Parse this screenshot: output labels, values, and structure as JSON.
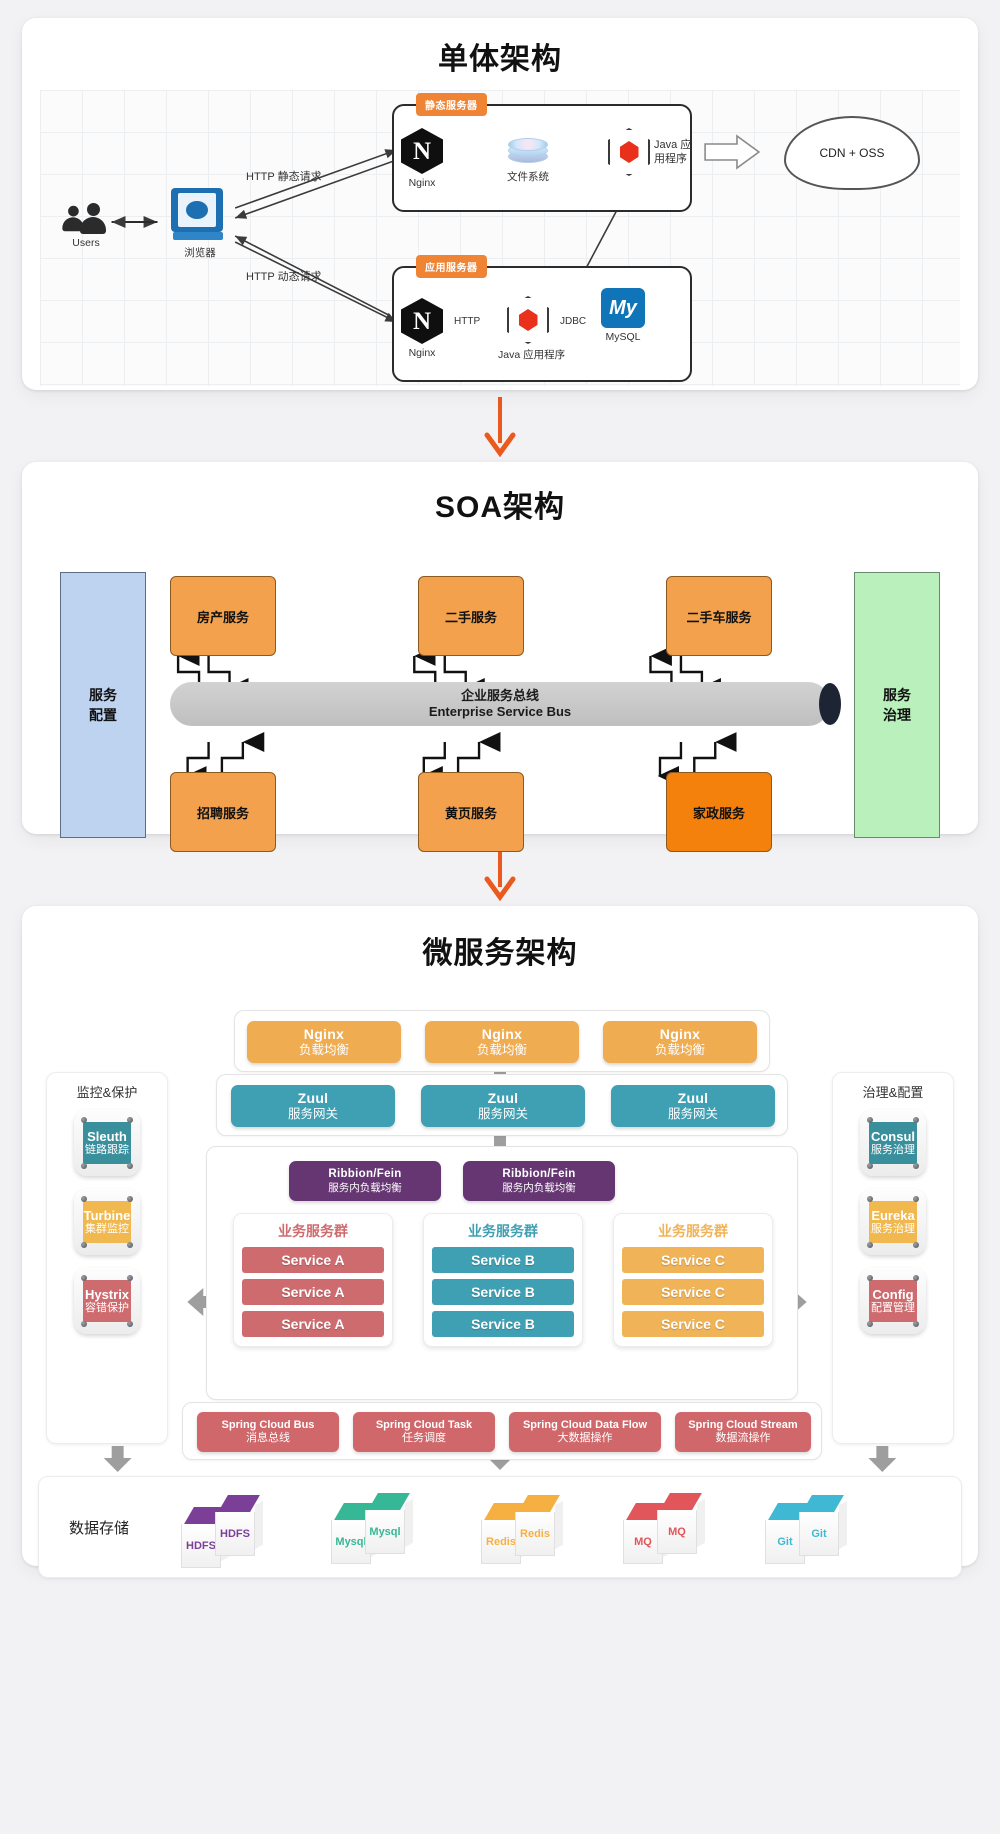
{
  "panels": {
    "monolith": {
      "title": "单体架构",
      "static_server_tag": "静态服务器",
      "app_server_tag": "应用服务器",
      "users_label": "Users",
      "browser_label": "浏览器",
      "static_request_label": "HTTP 静态请求",
      "dynamic_request_label": "HTTP 动态请求",
      "nginx_label": "Nginx",
      "filesystem_label": "文件系统",
      "java_app_label": "Java 应用程序",
      "java_app_label_wrapped_1": "Java 应",
      "java_app_label_wrapped_2": "用程序",
      "http_label": "HTTP",
      "jdbc_label": "JDBC",
      "mysql_label": "MySQL",
      "mysql_logo": "My",
      "cdn_label": "CDN + OSS",
      "nginx_logo_glyph": "N"
    },
    "soa": {
      "title": "SOA架构",
      "left_column": "服务\n配置",
      "left_column_line1": "服务",
      "left_column_line2": "配置",
      "right_column_line1": "服务",
      "right_column_line2": "治理",
      "bus_cn": "企业服务总线",
      "bus_en": "Enterprise Service Bus",
      "top_services": [
        "房产服务",
        "二手服务",
        "二手车服务"
      ],
      "bottom_services": [
        "招聘服务",
        "黄页服务",
        "家政服务"
      ],
      "colors": {
        "service_box": "#F3A14C",
        "service_box_highlight": "#F3810C",
        "left_column": "#BDD3F0",
        "right_column": "#BAF0BC",
        "bus": "#C8C8C8"
      }
    },
    "microservice": {
      "title": "微服务架构",
      "nginx_tier": [
        {
          "name": "Nginx",
          "role": "负载均衡"
        },
        {
          "name": "Nginx",
          "role": "负载均衡"
        },
        {
          "name": "Nginx",
          "role": "负载均衡"
        }
      ],
      "zuul_tier": [
        {
          "name": "Zuul",
          "role": "服务网关"
        },
        {
          "name": "Zuul",
          "role": "服务网关"
        },
        {
          "name": "Zuul",
          "role": "服务网关"
        }
      ],
      "ribbon_tier": [
        {
          "name": "Ribbion/Fein",
          "role": "服务内负载均衡"
        },
        {
          "name": "Ribbion/Fein",
          "role": "服务内负载均衡"
        }
      ],
      "service_groups": [
        {
          "header": "业务服务群",
          "color": "#CE6B6E",
          "items": [
            "Service A",
            "Service A",
            "Service A"
          ]
        },
        {
          "header": "业务服务群",
          "color": "#3FA0B3",
          "items": [
            "Service B",
            "Service B",
            "Service B"
          ]
        },
        {
          "header": "业务服务群",
          "color": "#F0B357",
          "items": [
            "Service C",
            "Service C",
            "Service C"
          ]
        }
      ],
      "left_panel": {
        "caption": "监控&保护",
        "chips": [
          {
            "name": "Sleuth",
            "role": "链路跟踪",
            "color": "#3A8F9C"
          },
          {
            "name": "Turbine",
            "role": "集群监控",
            "color": "#F0B84E"
          },
          {
            "name": "Hystrix",
            "role": "容错保护",
            "color": "#CE6B6E"
          }
        ]
      },
      "right_panel": {
        "caption": "治理&配置",
        "chips": [
          {
            "name": "Consul",
            "role": "服务治理",
            "color": "#3A8F9C"
          },
          {
            "name": "Eureka",
            "role": "服务治理",
            "color": "#F0B84E"
          },
          {
            "name": "Config",
            "role": "配置管理",
            "color": "#CE6B6E"
          }
        ]
      },
      "spring_cloud": [
        {
          "name": "Spring Cloud Bus",
          "role": "消息总线"
        },
        {
          "name": "Spring Cloud Task",
          "role": "任务调度"
        },
        {
          "name": "Spring Cloud Data Flow",
          "role": "大数据操作"
        },
        {
          "name": "Spring Cloud Stream",
          "role": "数据流操作"
        }
      ],
      "storage": {
        "label": "数据存储",
        "groups": [
          {
            "name": "HDFS",
            "color": "#7B3F98",
            "text_color": "#7B3F98"
          },
          {
            "name": "Mysql",
            "color": "#36B795",
            "text_color": "#36B795"
          },
          {
            "name": "Redis",
            "color": "#F5B041",
            "text_color": "#F5B041"
          },
          {
            "name": "MQ",
            "color": "#E0565B",
            "text_color": "#E0565B"
          },
          {
            "name": "Git",
            "color": "#3FB8D4",
            "text_color": "#3FB8D4"
          }
        ]
      }
    }
  },
  "flow_arrows": {
    "color": "#EA5A1E",
    "count": 2
  }
}
